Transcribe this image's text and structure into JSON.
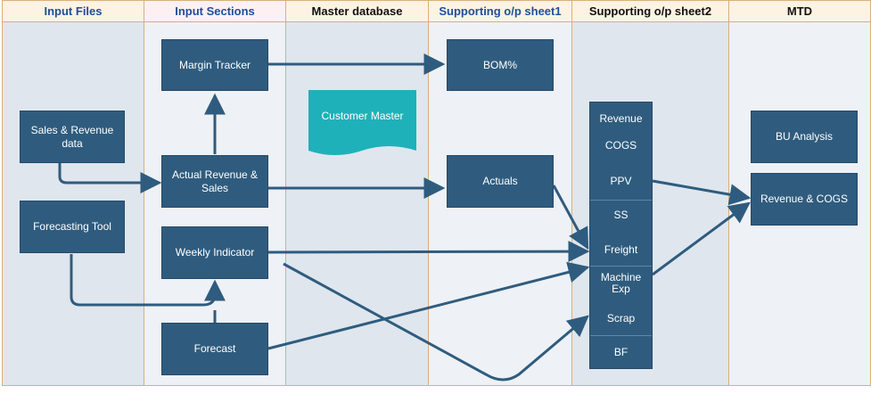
{
  "lanes": [
    {
      "title": "Input Files",
      "color": "#1f4e9a"
    },
    {
      "title": "Input Sections",
      "color": "#1f4e9a"
    },
    {
      "title": "Master database",
      "color": "#111111"
    },
    {
      "title": "Supporting o/p sheet1",
      "color": "#1f4e9a"
    },
    {
      "title": "Supporting o/p sheet2",
      "color": "#111111"
    },
    {
      "title": "MTD",
      "color": "#111111"
    }
  ],
  "nodes": {
    "sales_revenue": "Sales & Revenue data",
    "forecasting_tool": "Forecasting Tool",
    "margin_tracker": "Margin Tracker",
    "actual_revenue": "Actual Revenue & Sales",
    "weekly_indicator": "Weekly Indicator",
    "forecast": "Forecast",
    "customer_master": "Customer Master",
    "bom": "BOM%",
    "actuals": "Actuals",
    "bu_analysis": "BU Analysis",
    "revenue_cogs": "Revenue & COGS"
  },
  "stack_items": [
    "Revenue",
    "COGS",
    "PPV",
    "SS",
    "Freight",
    "Machine Exp",
    "Scrap",
    "BF"
  ],
  "colors": {
    "node": "#2f5c7e",
    "document": "#1fb1b9",
    "edge": "#2f5c7e",
    "lane_border": "#d8b07a"
  }
}
